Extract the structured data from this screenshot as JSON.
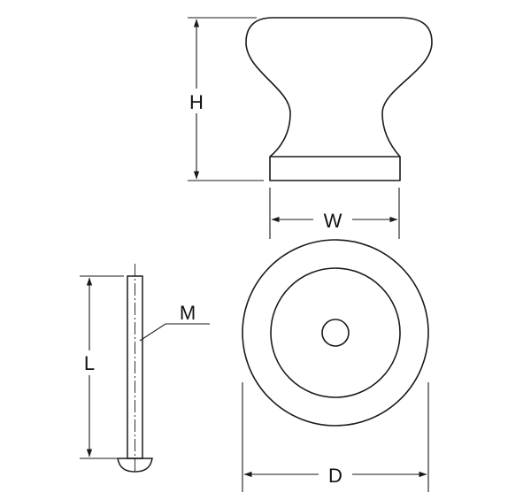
{
  "labels": {
    "height": "H",
    "width": "W",
    "length": "L",
    "thread": "M",
    "diameter": "D"
  },
  "colors": {
    "line": "#1a1a1a",
    "background": "#ffffff"
  }
}
